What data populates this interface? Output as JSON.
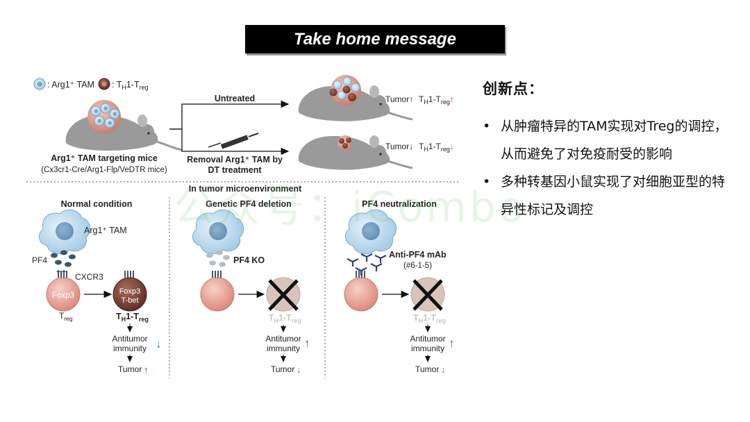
{
  "title": "Take home message",
  "legend": {
    "tam": ": Arg1⁺ TAM",
    "treg": ": T",
    "treg_h": "H",
    "treg_tail": "1-T",
    "treg_sub": "reg"
  },
  "top": {
    "mouse_label": "Arg1⁺ TAM targeting mice",
    "mouse_sub": "(Cx3cr1-Cre/Arg1-Flp/VeDTR mice)",
    "arrow_untreated": "Untreated",
    "arrow_removal_1": "Removal Arg1⁺ TAM by",
    "arrow_removal_2": "DT treatment",
    "result_up_tumor": "Tumor↑",
    "result_up_th": "T",
    "result_up_th_sub": "H",
    "result_up_mid": "1-T",
    "result_up_reg": "reg",
    "result_up_arrow": "↑",
    "result_down_tumor": "Tumor↓",
    "result_down_th": "T",
    "result_down_th_sub": "H",
    "result_down_mid": "1-T",
    "result_down_reg": "reg",
    "result_down_arrow": "↓"
  },
  "section_label": "In tumor microenvironment",
  "panels": {
    "normal": {
      "title": "Normal condition",
      "tam": "Arg1⁺ TAM",
      "pf4": "PF4",
      "cxcr3": "CXCR3",
      "foxp3": "Foxp3",
      "foxp3_tbet_1": "Foxp3",
      "foxp3_tbet_2": "T-bet",
      "treg": "T",
      "treg_sub": "reg",
      "th1": "T",
      "th1_sub": "H",
      "th1_mid": "1-T",
      "th1_reg": "reg",
      "antitumor_1": "Antitumor",
      "antitumor_2": "immunity",
      "antitumor_arrow": "↓",
      "tumor": "Tumor",
      "tumor_arrow": "↑"
    },
    "deletion": {
      "title": "Genetic PF4 deletion",
      "ko": "PF4 KO",
      "th1": "T",
      "th1_sub": "H",
      "th1_mid": "1-T",
      "th1_reg": "reg",
      "antitumor_1": "Antitumor",
      "antitumor_2": "immunity",
      "antitumor_arrow": "↑",
      "tumor": "Tumor",
      "tumor_arrow": "↓"
    },
    "neutral": {
      "title": "PF4 neutralization",
      "mab": "Anti-PF4 mAb",
      "clone": "(#6-1-5)",
      "th1": "T",
      "th1_sub": "H",
      "th1_mid": "1-T",
      "th1_reg": "reg",
      "antitumor_1": "Antitumor",
      "antitumor_2": "immunity",
      "antitumor_arrow": "↑",
      "tumor": "Tumor",
      "tumor_arrow": "↓"
    }
  },
  "notes": {
    "heading": "创新点：",
    "bullet_symbol": "•",
    "items": [
      "从肿瘤特异的TAM实现对Treg的调控，从而避免了对免疫耐受的影响",
      "多种转基因小鼠实现了对细胞亚型的特异性标记及调控"
    ]
  },
  "watermark": "公众号：iCombo",
  "colors": {
    "up": "#c0282a",
    "down": "#3a7dc9",
    "tam": "#a9cfe7",
    "treg": "#e8a59c",
    "th1": "#6b3a2e",
    "pf4": "#3e556a",
    "mouse": "#9a9a9a"
  }
}
